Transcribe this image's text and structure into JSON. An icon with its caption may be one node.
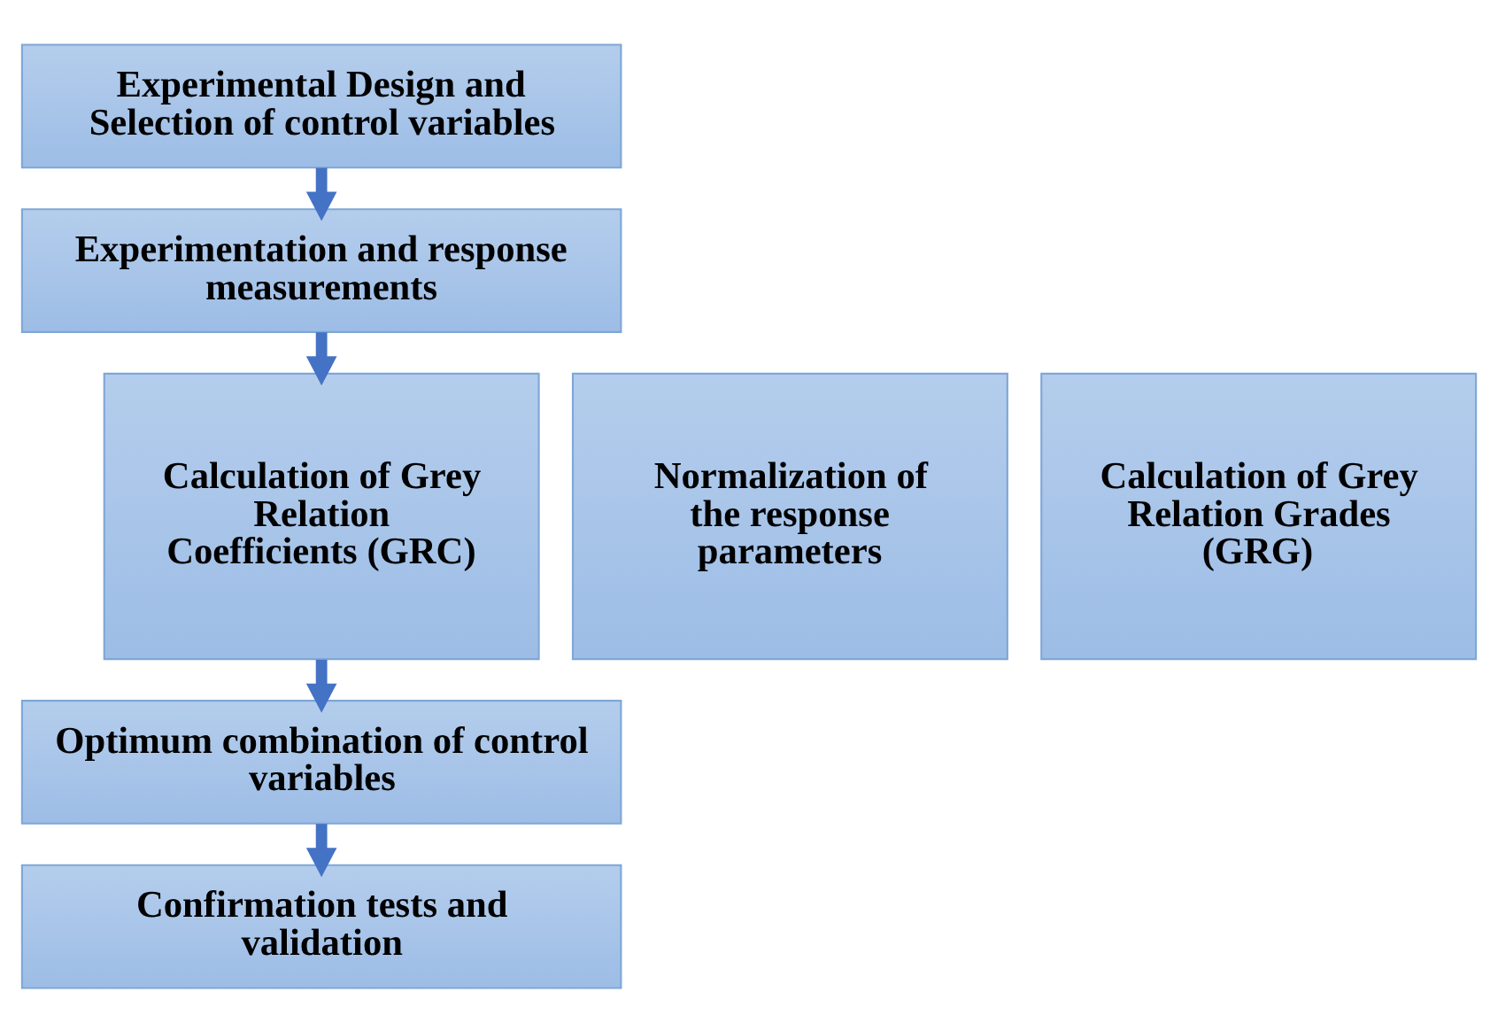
{
  "diagram": {
    "nodes": [
      {
        "text": [
          "Experimental Design and Selection of control variables"
        ]
      },
      {
        "text": [
          "Experimentation and response measurements"
        ]
      },
      {
        "text": [
          "Normalization of the response parameters"
        ]
      },
      {
        "text": [
          "Calculation of Grey Relation Coefficients (GRC)"
        ]
      },
      {
        "text": [
          "Calculation of Grey Relation Grades (GRG)"
        ]
      },
      {
        "text": [
          "Optimum combination of control variables"
        ]
      },
      {
        "text": [
          "Confirmation tests and validation"
        ]
      }
    ],
    "edges": [
      {
        "from": 0,
        "to": 1,
        "arrow": "to"
      },
      {
        "from": 1,
        "to": 3,
        "arrow": "to"
      },
      {
        "from": 3,
        "to": 5,
        "arrow": "to"
      },
      {
        "from": 5,
        "to": 6,
        "arrow": "to"
      }
    ]
  }
}
